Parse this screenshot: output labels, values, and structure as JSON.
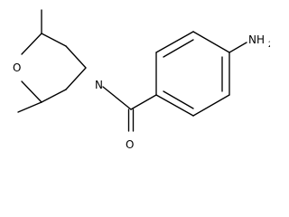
{
  "molecule": {
    "atoms": {
      "oxygen_ring": "O",
      "nitrogen_ring": "N",
      "oxygen_carbonyl": "O",
      "amine_main": "NH",
      "amine_sub": "2"
    }
  },
  "colors": {
    "bond": "#000000",
    "text": "#000000",
    "background": "#ffffff"
  }
}
